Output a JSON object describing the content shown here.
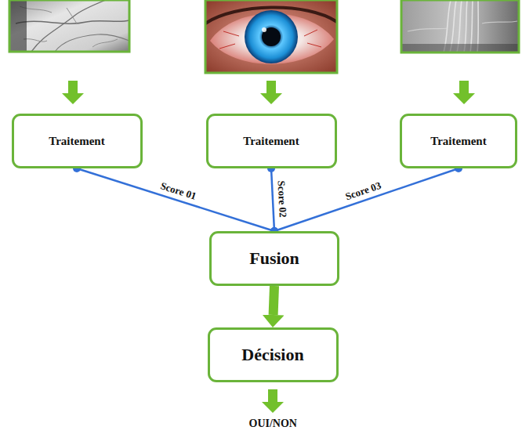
{
  "diagram": {
    "nodes": [
      {
        "text": [
          "Traitement"
        ]
      },
      {
        "text": [
          "Traitement"
        ]
      },
      {
        "text": [
          "Traitement"
        ]
      },
      {
        "text": [
          "Fusion"
        ]
      },
      {
        "text": [
          "Décision"
        ]
      }
    ],
    "edges": [
      {
        "from": 0,
        "to": 3,
        "label": "Score 01",
        "arrow": "none"
      },
      {
        "from": 1,
        "to": 3,
        "label": "Score 02",
        "arrow": "none"
      },
      {
        "from": 2,
        "to": 3,
        "label": "Score 03",
        "arrow": "none"
      },
      {
        "from": 3,
        "to": 4,
        "arrow": "to"
      }
    ],
    "labels": [
      "OUI/NON"
    ]
  }
}
